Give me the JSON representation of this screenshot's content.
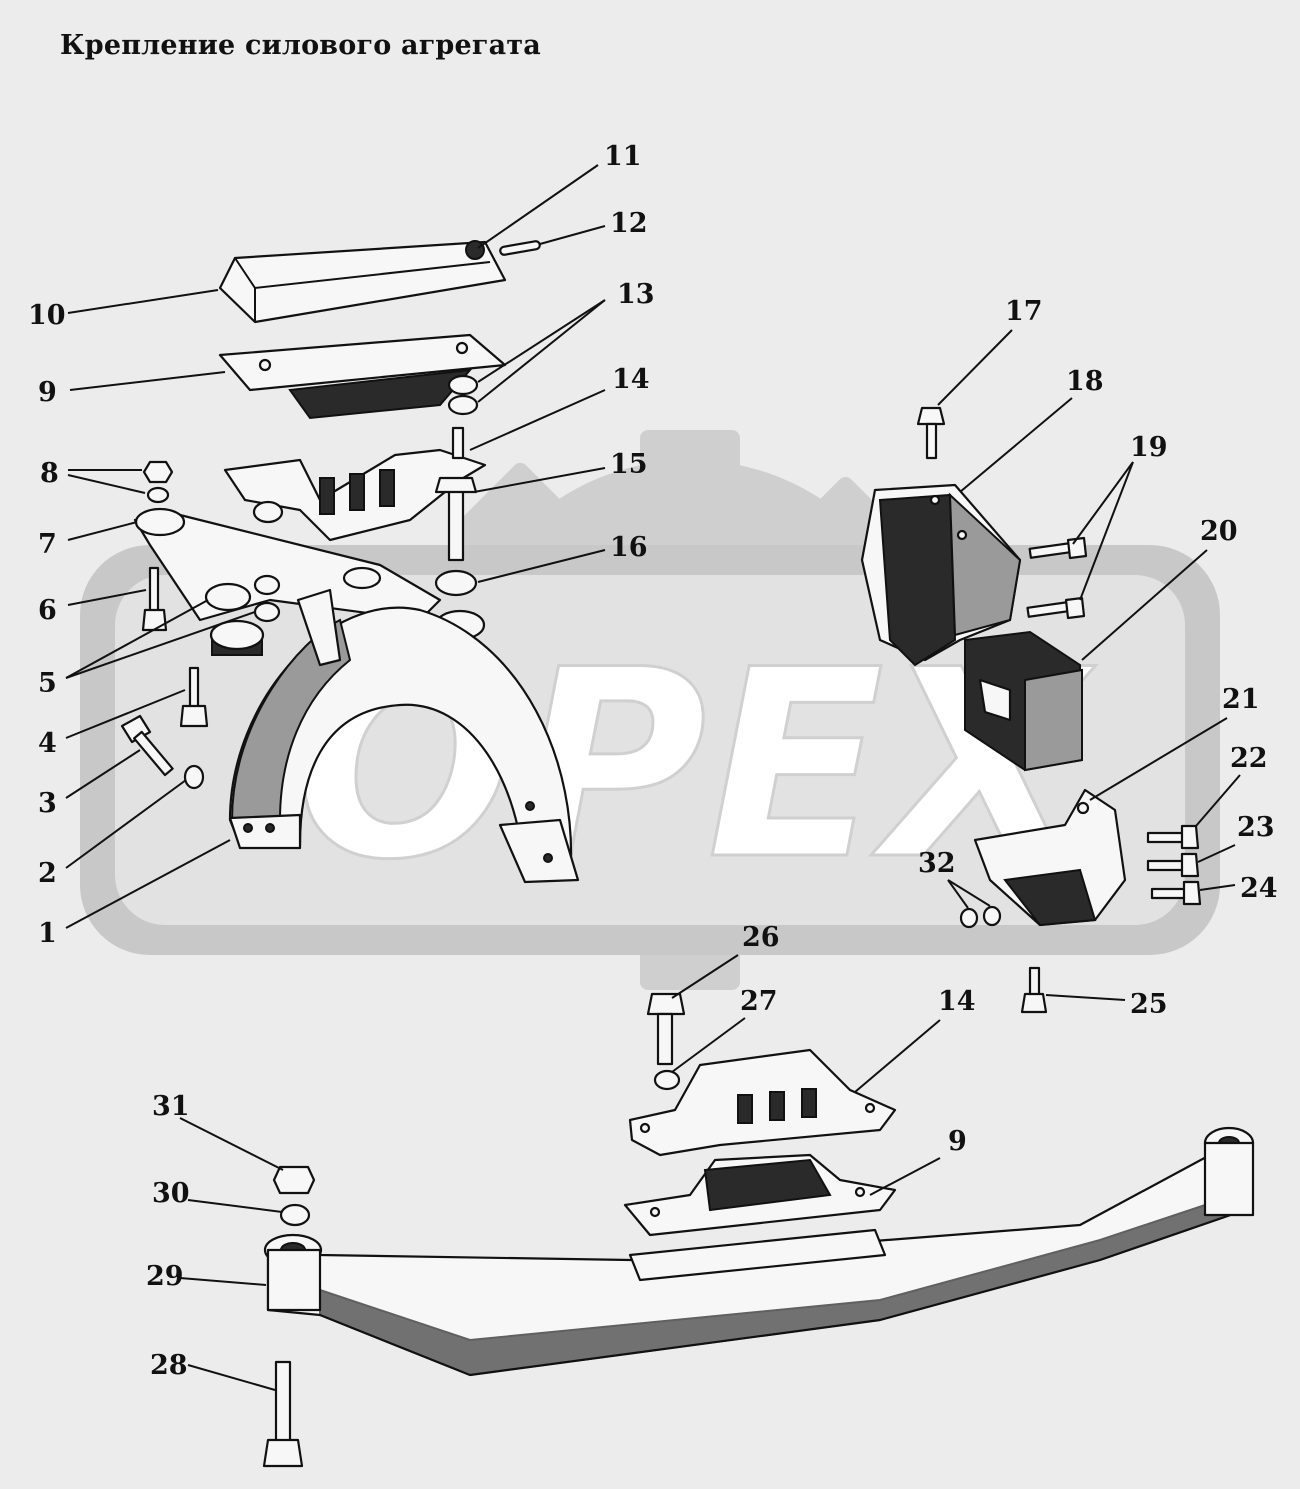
{
  "title": "Крепление силового агрегата",
  "watermark": "OPEX",
  "callouts": [
    {
      "id": "c1",
      "label": "1"
    },
    {
      "id": "c2",
      "label": "2"
    },
    {
      "id": "c3",
      "label": "3"
    },
    {
      "id": "c4",
      "label": "4"
    },
    {
      "id": "c5",
      "label": "5"
    },
    {
      "id": "c6",
      "label": "6"
    },
    {
      "id": "c7",
      "label": "7"
    },
    {
      "id": "c8",
      "label": "8"
    },
    {
      "id": "c9a",
      "label": "9"
    },
    {
      "id": "c10",
      "label": "10"
    },
    {
      "id": "c11",
      "label": "11"
    },
    {
      "id": "c12",
      "label": "12"
    },
    {
      "id": "c13",
      "label": "13"
    },
    {
      "id": "c14a",
      "label": "14"
    },
    {
      "id": "c15",
      "label": "15"
    },
    {
      "id": "c16",
      "label": "16"
    },
    {
      "id": "c17",
      "label": "17"
    },
    {
      "id": "c18",
      "label": "18"
    },
    {
      "id": "c19",
      "label": "19"
    },
    {
      "id": "c20",
      "label": "20"
    },
    {
      "id": "c21",
      "label": "21"
    },
    {
      "id": "c22",
      "label": "22"
    },
    {
      "id": "c23",
      "label": "23"
    },
    {
      "id": "c24",
      "label": "24"
    },
    {
      "id": "c25",
      "label": "25"
    },
    {
      "id": "c26",
      "label": "26"
    },
    {
      "id": "c27",
      "label": "27"
    },
    {
      "id": "c14b",
      "label": "14"
    },
    {
      "id": "c9b",
      "label": "9"
    },
    {
      "id": "c28",
      "label": "28"
    },
    {
      "id": "c29",
      "label": "29"
    },
    {
      "id": "c30",
      "label": "30"
    },
    {
      "id": "c31",
      "label": "31"
    },
    {
      "id": "c32",
      "label": "32"
    }
  ]
}
